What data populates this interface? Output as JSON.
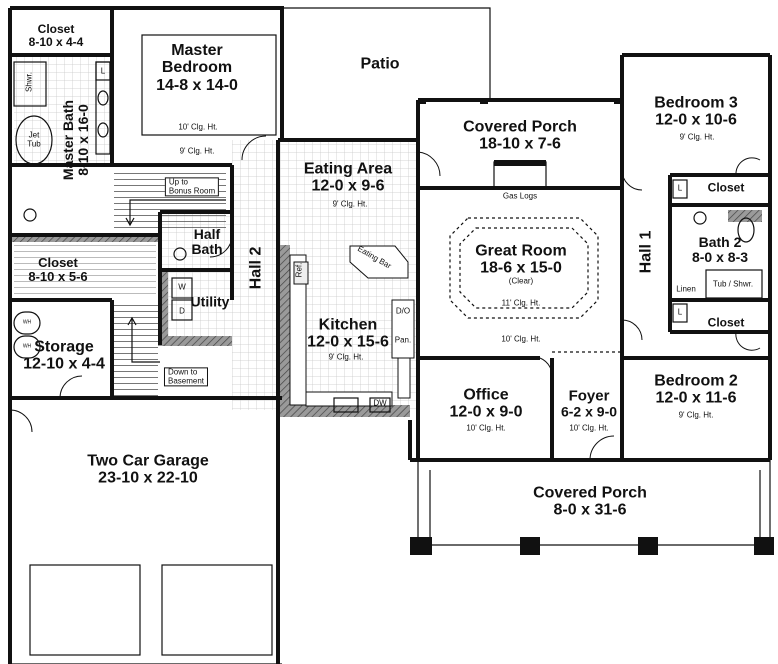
{
  "rooms": {
    "closet_top": {
      "name": "Closet",
      "dims": "8-10 x 4-4"
    },
    "master_bedroom": {
      "name": "Master\nBedroom",
      "dims": "14-8 x 14-0",
      "ceiling1": "10' Clg. Ht.",
      "ceiling2": "9' Clg. Ht."
    },
    "master_bath": {
      "name": "Master Bath",
      "dims": "8-10 x 16-0"
    },
    "shower": "Shwr.",
    "jet_tub": "Jet\nTub",
    "l_mark": "L",
    "patio": "Patio",
    "covered_porch_back": {
      "name": "Covered Porch",
      "dims": "18-10 x 7-6"
    },
    "bedroom3": {
      "name": "Bedroom 3",
      "dims": "12-0 x 10-6",
      "ceiling": "9' Clg. Ht."
    },
    "closet_b3": "Closet",
    "eating_area": {
      "name": "Eating Area",
      "dims": "12-0 x 9-6",
      "ceiling": "9' Clg. Ht."
    },
    "gas_logs": "Gas Logs",
    "up_to": "Up to\nBonus Room",
    "half_bath": "Half\nBath",
    "hall2": "Hall 2",
    "hall1": "Hall 1",
    "closet_mid": {
      "name": "Closet",
      "dims": "8-10 x 5-6"
    },
    "utility": "Utility",
    "w_mark": "W",
    "d_mark": "D",
    "ref": "Ref.",
    "eating_bar": "Eating Bar",
    "great_room": {
      "name": "Great Room",
      "dims": "18-6 x 15-0",
      "clear": "(Clear)",
      "ceiling1": "11' Clg. Ht.",
      "ceiling2": "10' Clg. Ht."
    },
    "bath2": {
      "name": "Bath 2",
      "dims": "8-0 x 8-3"
    },
    "linen": "Linen",
    "tub_shwr": "Tub / Shwr.",
    "closet_b2": "Closet",
    "storage": {
      "name": "Storage",
      "dims": "12-10 x 4-4"
    },
    "wh1": "WH",
    "wh2": "WH",
    "kitchen": {
      "name": "Kitchen",
      "dims": "12-0 x 15-6",
      "ceiling": "9' Clg. Ht."
    },
    "do": "D/O",
    "pan": "Pan.",
    "dw": "DW",
    "down_to": "Down to\nBasement",
    "office": {
      "name": "Office",
      "dims": "12-0 x 9-0",
      "ceiling": "10' Clg. Ht."
    },
    "foyer": {
      "name": "Foyer",
      "dims": "6-2 x 9-0",
      "ceiling": "10' Clg. Ht."
    },
    "bedroom2": {
      "name": "Bedroom 2",
      "dims": "12-0 x 11-6",
      "ceiling": "9' Clg. Ht."
    },
    "garage": {
      "name": "Two Car Garage",
      "dims": "23-10 x 22-10"
    },
    "covered_porch_front": {
      "name": "Covered Porch",
      "dims": "8-0 x 31-6"
    }
  },
  "colors": {
    "wall": "#111111",
    "tile": "#c9c9c9",
    "hatch": "#8a8a8a",
    "background": "#ffffff"
  }
}
